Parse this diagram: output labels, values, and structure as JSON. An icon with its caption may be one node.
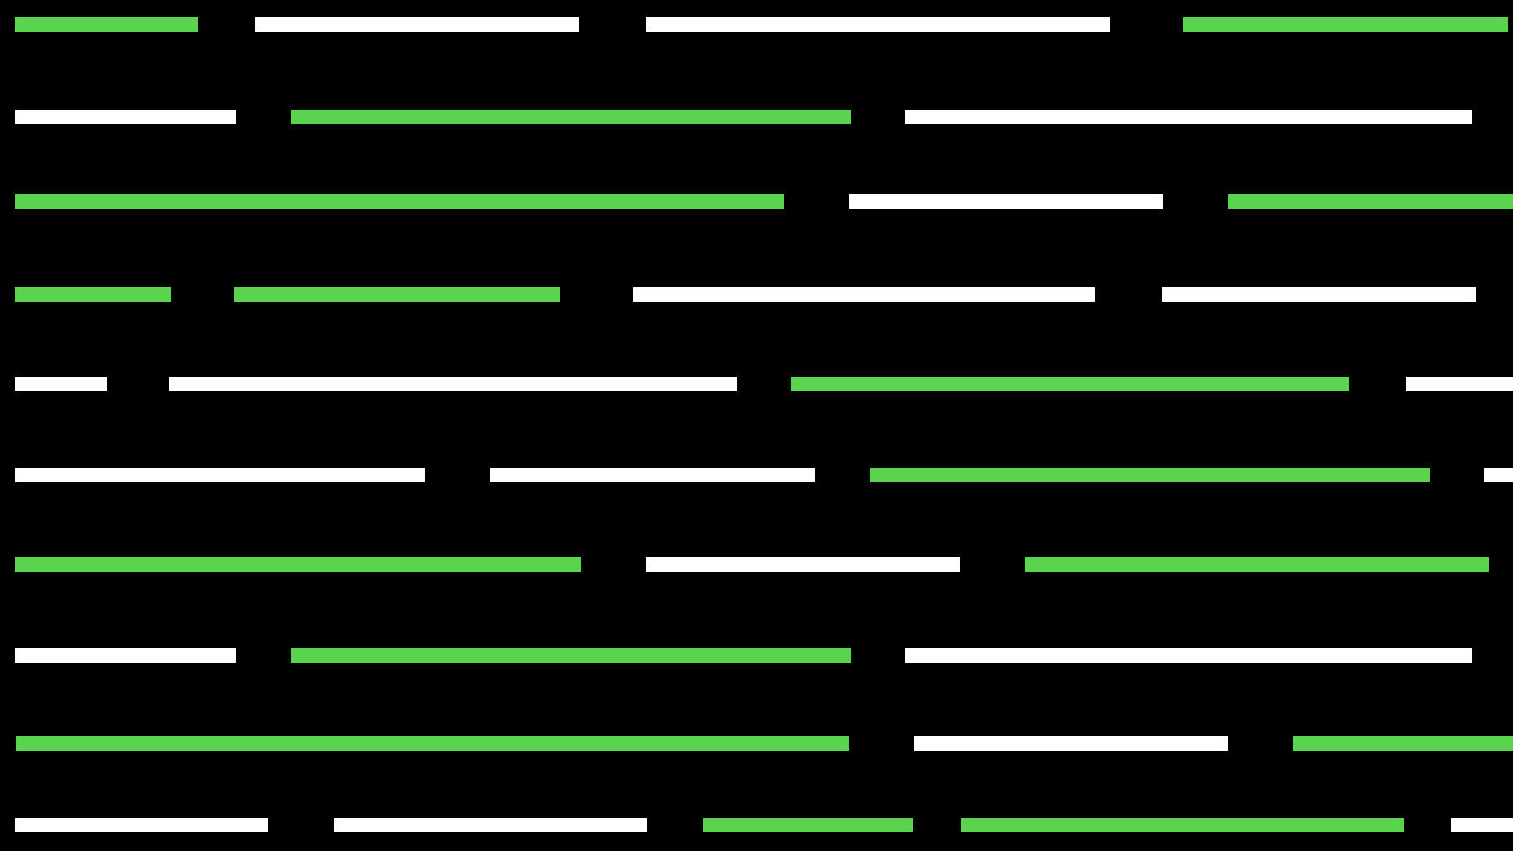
{
  "diagram": {
    "nodes": [
      {
        "text": [],
        "shape": "bar"
      },
      {
        "text": [],
        "shape": "bar"
      },
      {
        "text": [],
        "shape": "bar"
      },
      {
        "text": [],
        "shape": "bar"
      },
      {
        "text": [],
        "shape": "bar"
      },
      {
        "text": [],
        "shape": "bar"
      },
      {
        "text": [],
        "shape": "bar"
      },
      {
        "text": [],
        "shape": "bar"
      },
      {
        "text": [],
        "shape": "bar"
      },
      {
        "text": [],
        "shape": "bar"
      },
      {
        "text": [],
        "shape": "bar"
      },
      {
        "text": [],
        "shape": "bar"
      },
      {
        "text": [],
        "shape": "bar"
      },
      {
        "text": [],
        "shape": "bar"
      },
      {
        "text": [],
        "shape": "bar"
      },
      {
        "text": [],
        "shape": "bar"
      },
      {
        "text": [],
        "shape": "bar"
      },
      {
        "text": [],
        "shape": "bar"
      },
      {
        "text": [],
        "shape": "bar"
      },
      {
        "text": [],
        "shape": "bar"
      },
      {
        "text": [],
        "shape": "bar"
      },
      {
        "text": [],
        "shape": "bar"
      },
      {
        "text": [],
        "shape": "bar"
      },
      {
        "text": [],
        "shape": "bar"
      },
      {
        "text": [],
        "shape": "bar"
      },
      {
        "text": [],
        "shape": "bar"
      },
      {
        "text": [],
        "shape": "bar"
      },
      {
        "text": [],
        "shape": "bar"
      },
      {
        "text": [],
        "shape": "bar"
      },
      {
        "text": [],
        "shape": "bar"
      },
      {
        "text": [],
        "shape": "bar"
      },
      {
        "text": [],
        "shape": "bar"
      },
      {
        "text": [],
        "shape": "bar"
      },
      {
        "text": [],
        "shape": "bar"
      },
      {
        "text": [],
        "shape": "bar"
      },
      {
        "text": [],
        "shape": "bar"
      }
    ]
  }
}
